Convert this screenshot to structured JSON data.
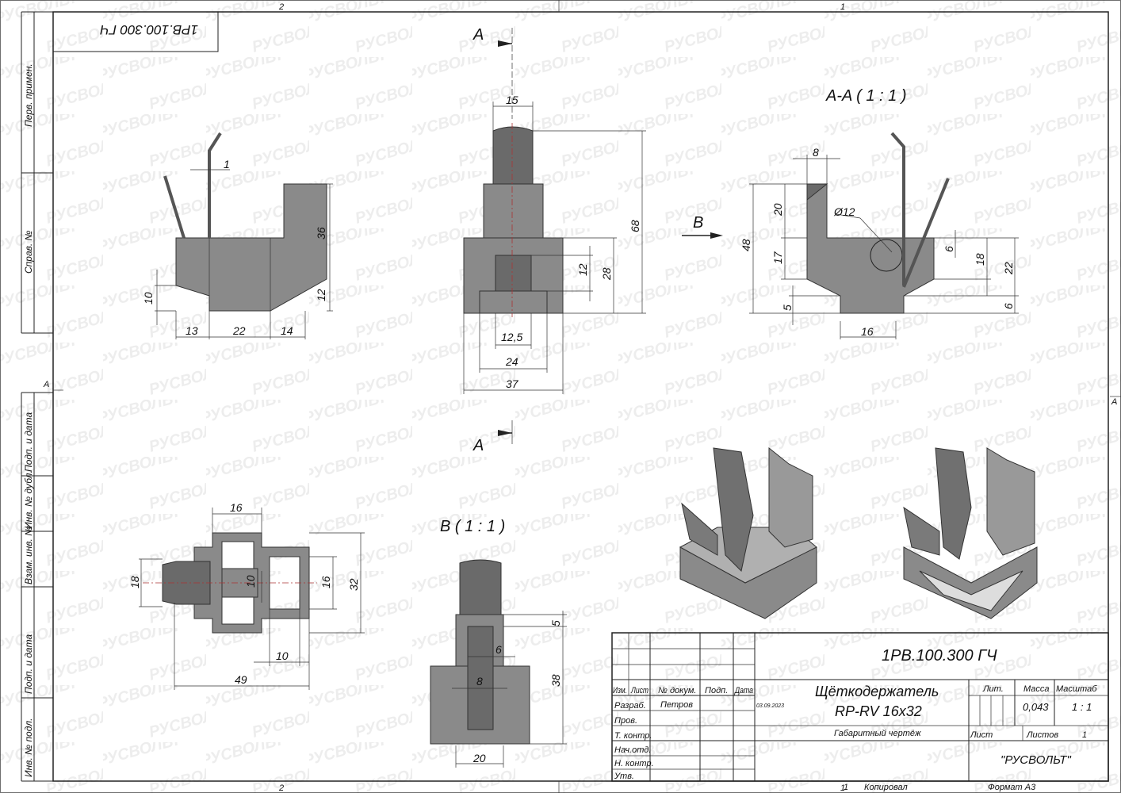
{
  "watermark": "РУСВОЛЬТ",
  "zone_marks": {
    "top_2": "2",
    "top_1": "1",
    "bottom_2": "2",
    "bottom_1": "1",
    "left_A": "A",
    "right_A": "A"
  },
  "stamp_code": "1РВ.100.300 ГЧ",
  "side_strip": [
    "Перв. примен.",
    "Справ. №",
    "Подп. и дата",
    "Инв. № дубл.",
    "Взам. инв. №",
    "Подп. и дата",
    "Инв. № подл."
  ],
  "views": {
    "section_top": "A",
    "section_bottom": "A",
    "section_aa_title": "A-A ( 1 : 1 )",
    "view_b_arrow": "B",
    "view_b_title": "B ( 1 : 1 )"
  },
  "dims": {
    "front": [
      "1",
      "36",
      "12",
      "10",
      "13",
      "22",
      "14"
    ],
    "side": [
      "15",
      "68",
      "28",
      "12",
      "12,5",
      "24",
      "37"
    ],
    "aa": [
      "8",
      "20",
      "Ø12",
      "48",
      "17",
      "5",
      "16",
      "6",
      "18",
      "22",
      "6"
    ],
    "top": [
      "16",
      "18",
      "10",
      "16",
      "32",
      "10",
      "49"
    ],
    "b": [
      "5",
      "6",
      "8",
      "38",
      "20"
    ]
  },
  "title_block": {
    "code": "1РВ.100.300 ГЧ",
    "headers": [
      "Изм.",
      "Лист",
      "№ докум.",
      "Подп.",
      "Дата"
    ],
    "roles": [
      "Разраб.",
      "Пров.",
      "Т. контр.",
      "Нач.отд.",
      "Н. контр.",
      "Утв."
    ],
    "developer": "Петров",
    "date": "03.09.2023",
    "name_line1": "Щёткодержатель",
    "name_line2": "RP-RV 16x32",
    "doc_type": "Габаритный чертёж",
    "lit_label": "Лит.",
    "mass_label": "Масса",
    "scale_label": "Масштаб",
    "mass": "0,043",
    "scale": "1 : 1",
    "sheet_label": "Лист",
    "sheets_label": "Листов",
    "sheets": "1",
    "company": "\"РУСВОЛЬТ\"",
    "copied_num": "1",
    "copied_label": "Копировал",
    "format": "Формат А3"
  }
}
